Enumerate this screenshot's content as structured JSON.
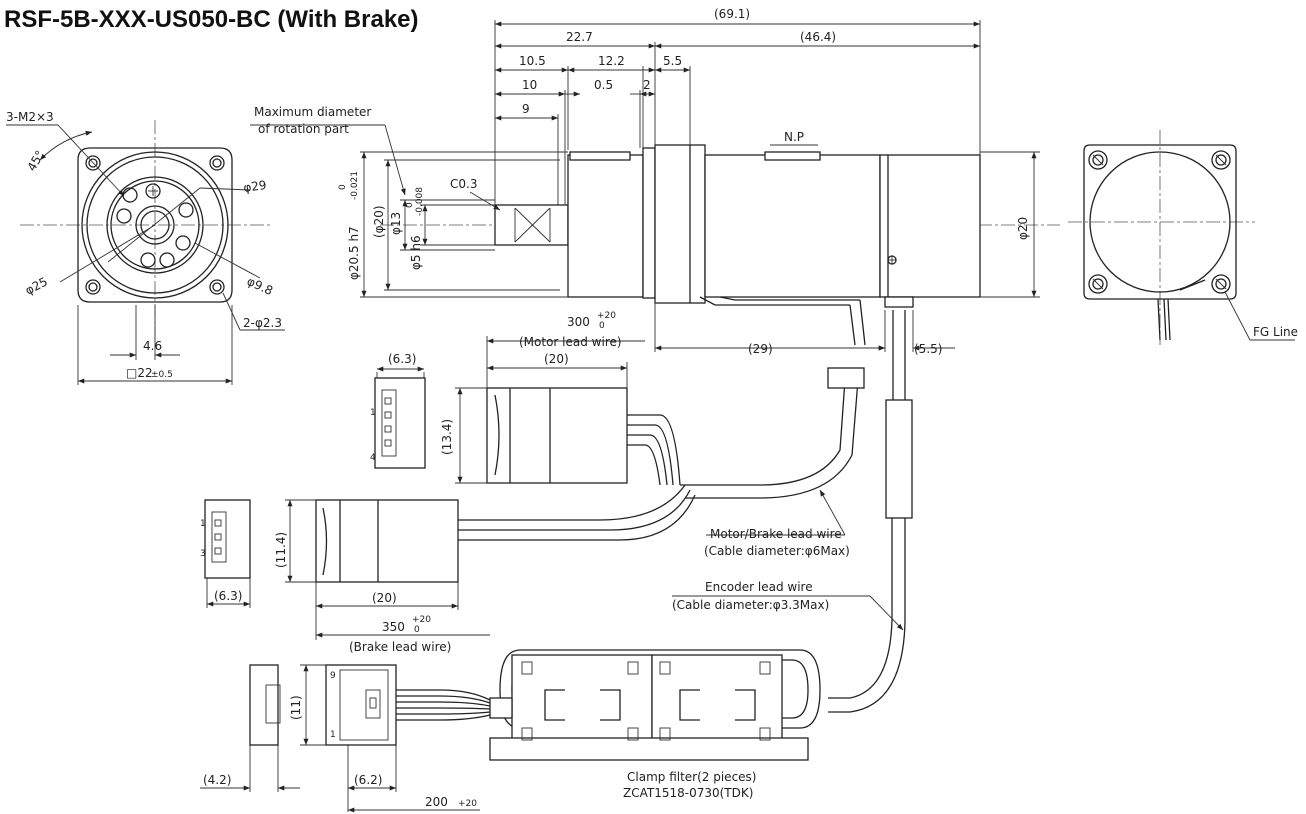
{
  "title": "RSF-5B-XXX-US050-BC (With Brake)",
  "dims": {
    "overall": "(69.1)",
    "d227": "22.7",
    "d464": "(46.4)",
    "d105": "10.5",
    "d122": "12.2",
    "d55": "5.5",
    "d10": "10",
    "d05": "0.5",
    "d2": "2",
    "d9": "9",
    "d29p": "(29)",
    "d55p": "(5.5)",
    "motor_len": "300",
    "motor_tol": "+20",
    "motor_tol0": "0",
    "motor_lead": "(Motor lead wire)",
    "d20_a": "(20)",
    "brake_len": "350",
    "brake_tol": "+20",
    "brake_tol0": "0",
    "brake_lead": "(Brake lead wire)",
    "d20_b": "(20)",
    "enc_len": "200",
    "enc_tol": "+20",
    "d63_a": "(6.3)",
    "d134": "(13.4)",
    "d114": "(11.4)",
    "d63_b": "(6.3)",
    "d11": "(11)",
    "d42": "(4.2)",
    "d62": "(6.2)",
    "phi29": "φ29",
    "phi98": "φ9.8",
    "phi25": "φ25",
    "holes": "2-φ2.3",
    "d46": "4.6",
    "sq22": "□22",
    "sq22_tol": "±0.5",
    "m2": "3-M2×3",
    "deg45": "45°",
    "phi205": "φ20.5 h7",
    "phi205_tol_top": "0",
    "phi205_tol_bot": "-0.021",
    "phi20p": "(φ20)",
    "phi13": "φ13",
    "phi5": "φ5 h6",
    "phi5_tol_top": "0",
    "phi5_tol_bot": "-0.008",
    "c03": "C0.3",
    "phi20": "φ20",
    "np": "N.P"
  },
  "labels": {
    "max_dia_1": "Maximum diameter",
    "max_dia_2": "of rotation part",
    "motor_brake_1": "Motor/Brake lead wire",
    "motor_brake_2": "(Cable diameter:φ6Max)",
    "encoder_1": "Encoder lead wire",
    "encoder_2": "(Cable diameter:φ3.3Max)",
    "clamp_1": "Clamp filter(2 pieces)",
    "clamp_2": "ZCAT1518-0730(TDK)",
    "fg_line": "FG Line"
  },
  "pins": {
    "p1a": "1",
    "p4": "4",
    "p1b": "1",
    "p3": "3",
    "p9": "9",
    "p1c": "1"
  }
}
